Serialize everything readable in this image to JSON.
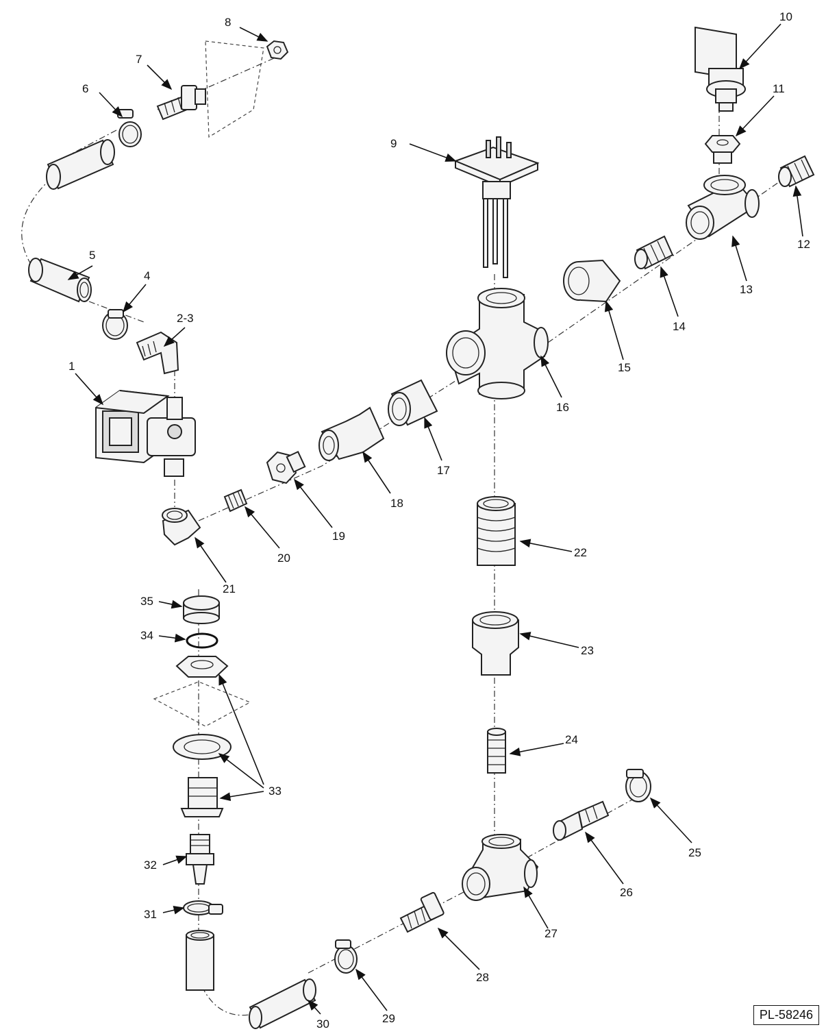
{
  "callouts": [
    "1",
    "2-3",
    "4",
    "5",
    "6",
    "7",
    "8",
    "9",
    "10",
    "11",
    "12",
    "13",
    "14",
    "15",
    "16",
    "17",
    "18",
    "19",
    "20",
    "21",
    "22",
    "23",
    "24",
    "25",
    "26",
    "27",
    "28",
    "29",
    "30",
    "31",
    "32",
    "33",
    "34",
    "35"
  ],
  "reference": "PL-58246"
}
